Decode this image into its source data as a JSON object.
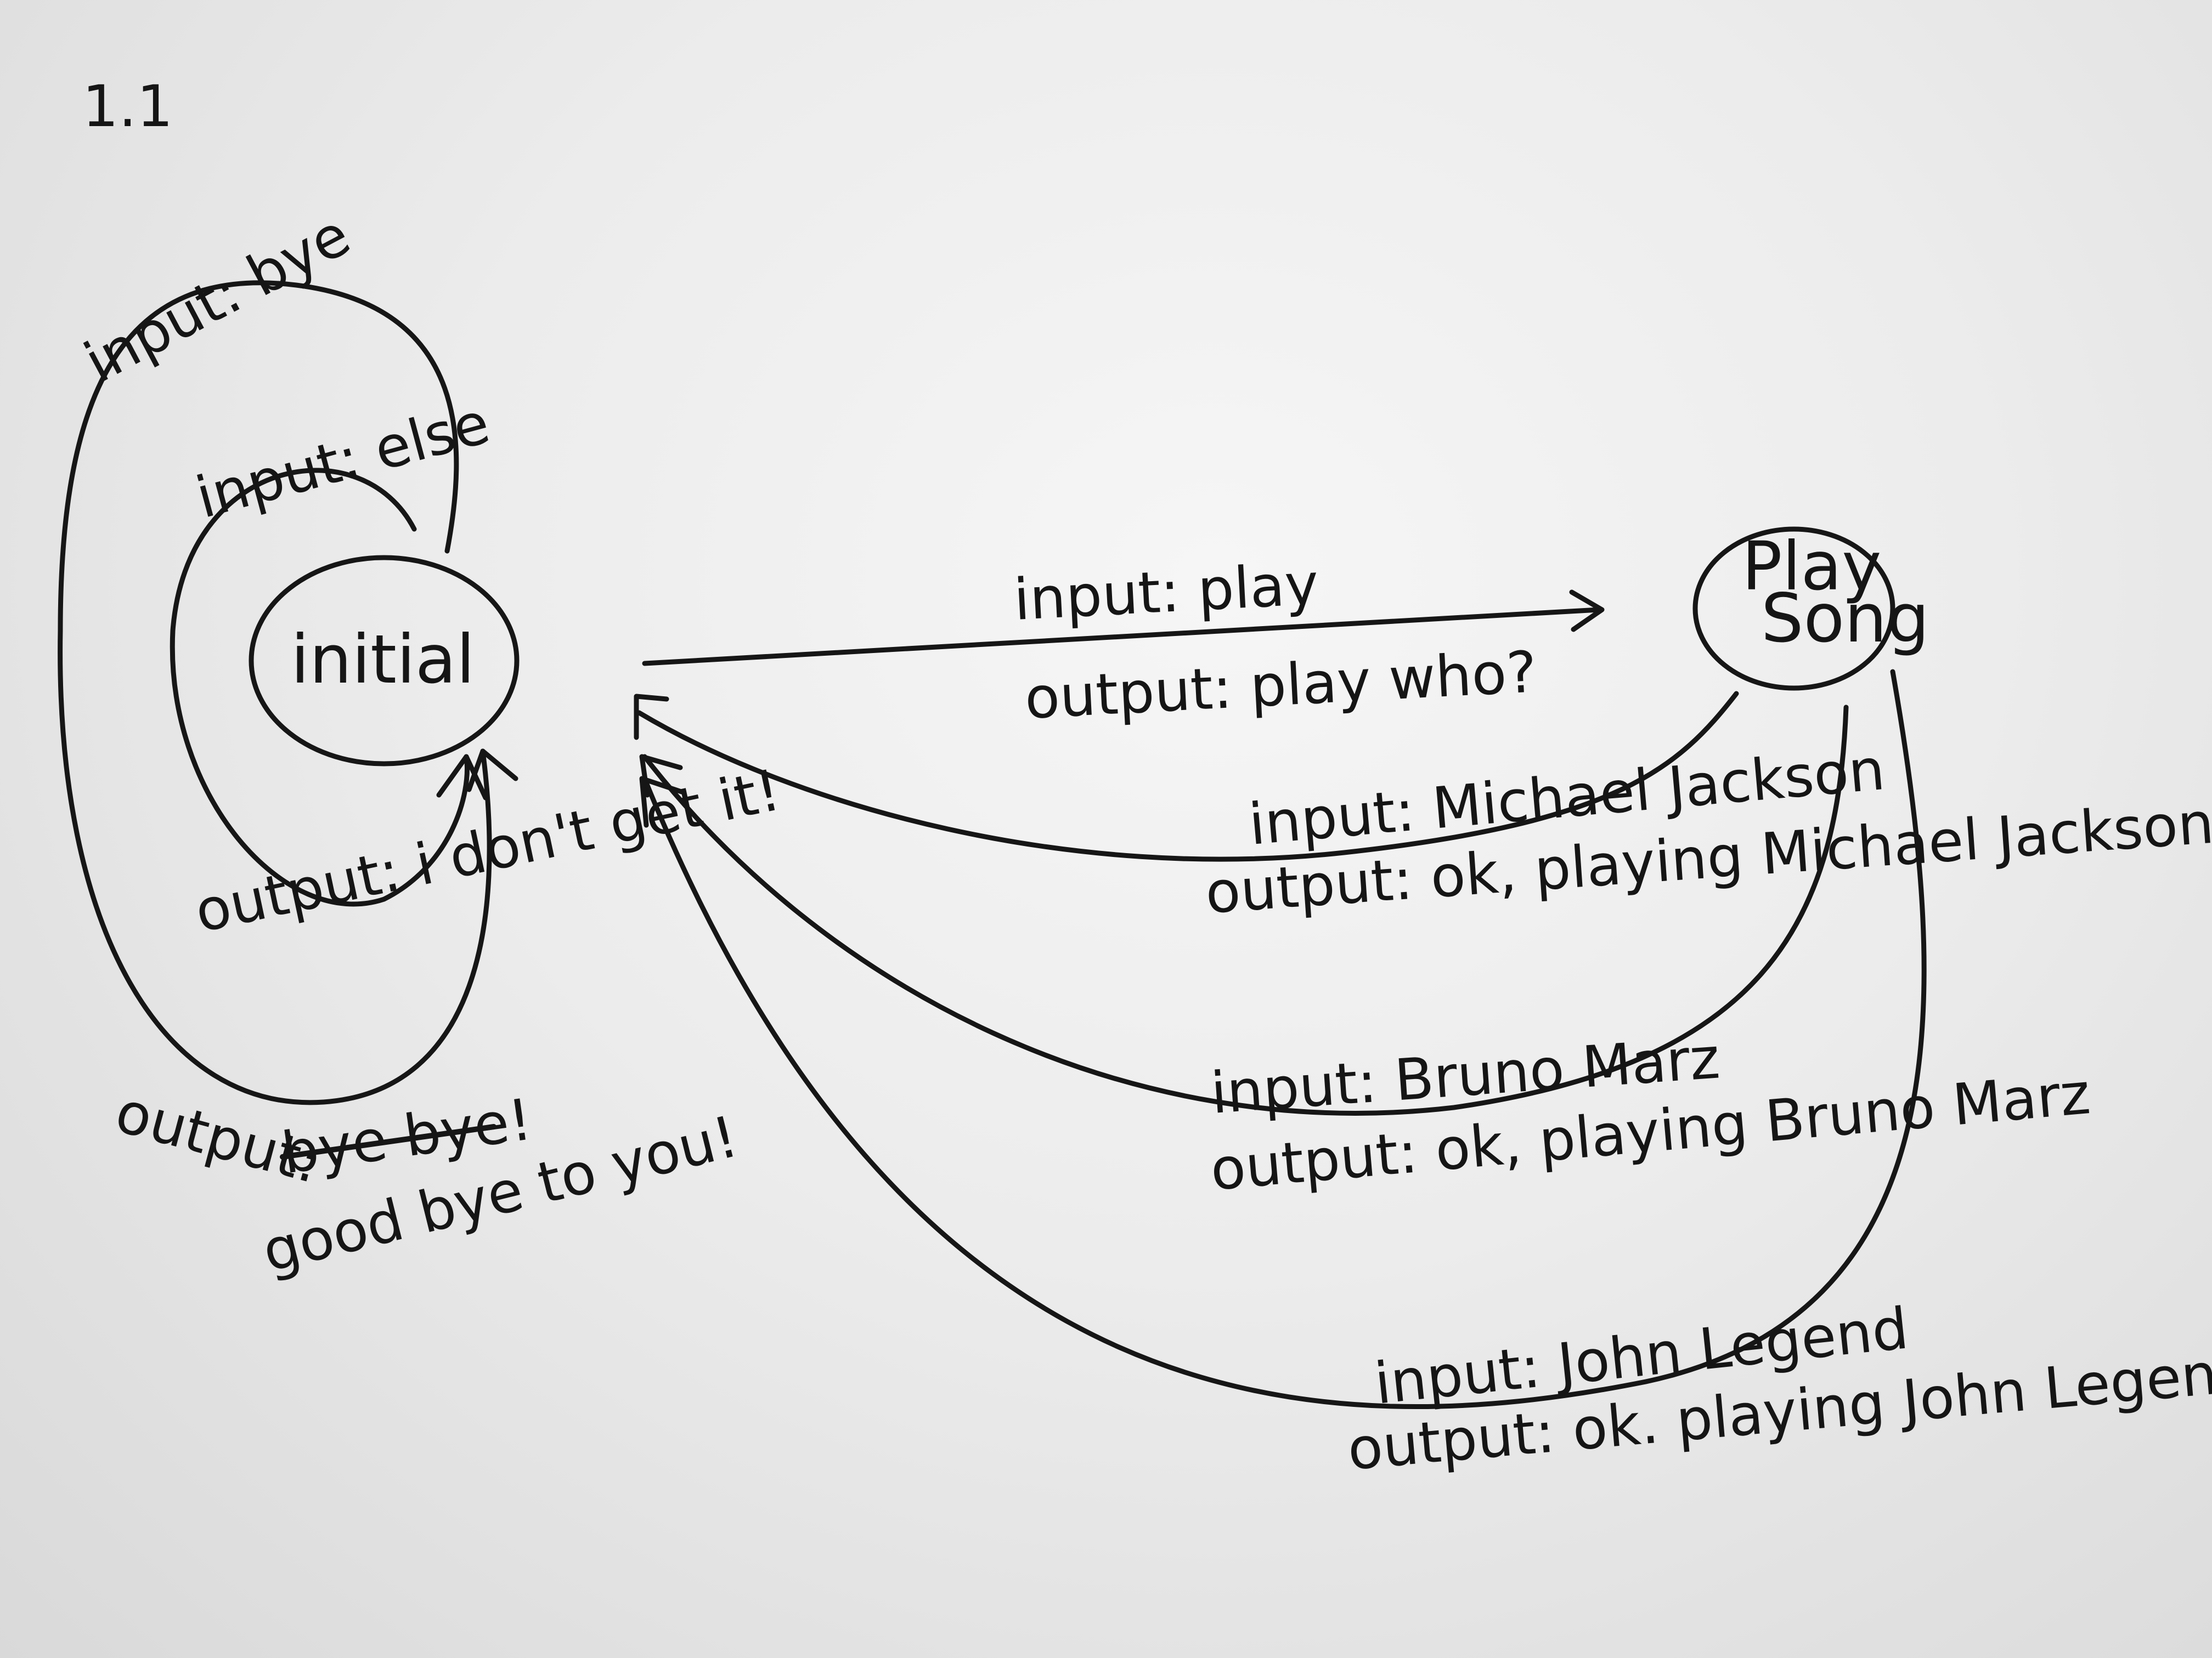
{
  "page_number": "1.1",
  "states": {
    "initial": {
      "label": "initial"
    },
    "play_song": {
      "line1": "Play",
      "line2": "Song"
    }
  },
  "transitions": {
    "bye": {
      "input": "input: bye",
      "output_struck": "bye bye!",
      "output_prefix": "output:",
      "output_line2": "good bye to you!"
    },
    "else": {
      "input": "input: else",
      "output": "output: i don't get it!"
    },
    "play": {
      "input": "input: play",
      "output": "output: play who?"
    },
    "michael": {
      "input": "input: Michael Jackson",
      "output": "output: ok, playing Michael Jackson"
    },
    "bruno": {
      "input": "input: Bruno Marz",
      "output": "output: ok, playing Bruno Marz"
    },
    "john": {
      "input": "input: John Legend",
      "output": "output: ok. playing John Legend"
    }
  }
}
